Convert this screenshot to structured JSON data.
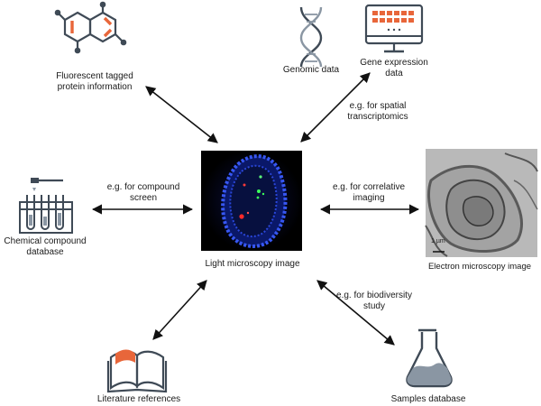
{
  "center": {
    "label": "Light microscopy image"
  },
  "nodes": {
    "fluorescent": {
      "line1": "Fluorescent tagged",
      "line2": "protein information"
    },
    "genomic": {
      "label": "Genomic data"
    },
    "gene_expression": {
      "line1": "Gene expression",
      "line2": "data"
    },
    "chemical": {
      "line1": "Chemical compound",
      "line2": "database"
    },
    "electron": {
      "label": "Electron microscopy image",
      "scale_bar": "1 µm"
    },
    "literature": {
      "label": "Literature references"
    },
    "samples": {
      "label": "Samples database"
    }
  },
  "edge_labels": {
    "spatial": {
      "line1": "e.g. for spatial",
      "line2": "transcriptomics"
    },
    "compound": {
      "line1": "e.g. for compound",
      "line2": "screen"
    },
    "correlative": {
      "line1": "e.g. for correlative",
      "line2": "imaging"
    },
    "biodiversity": {
      "line1": "e.g. for biodiversity",
      "line2": "study"
    }
  },
  "colors": {
    "accent": "#e8663a",
    "icon_stroke": "#3f4a56",
    "icon_gray": "#8a96a3",
    "arrow": "#111111"
  }
}
